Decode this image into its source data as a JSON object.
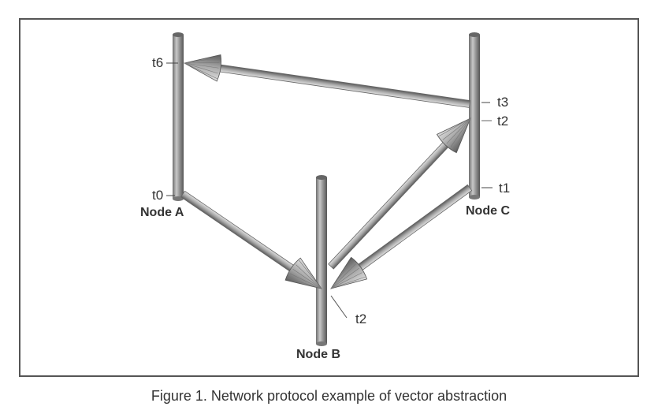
{
  "figure": {
    "caption": "Figure 1.  Network protocol example of vector abstraction"
  },
  "nodes": [
    {
      "id": "A",
      "label": "Node A"
    },
    {
      "id": "B",
      "label": "Node B"
    },
    {
      "id": "C",
      "label": "Node C"
    }
  ],
  "time_labels": {
    "node_a_t0": "t0",
    "node_a_t6": "t6",
    "node_b_t2": "t2",
    "node_c_t1": "t1",
    "node_c_t2": "t2",
    "node_c_t3": "t3"
  },
  "messages": [
    {
      "from": "A",
      "from_time": "t0",
      "to": "B",
      "to_time": "t2"
    },
    {
      "from": "C",
      "from_time": "t1",
      "to": "B",
      "to_time": "t2"
    },
    {
      "from": "B",
      "from_time": "t2",
      "to": "C",
      "to_time": "t2"
    },
    {
      "from": "C",
      "from_time": "t3",
      "to": "A",
      "to_time": "t6"
    }
  ],
  "colors": {
    "pillar": "#8a8a8a",
    "arrow": "#b5b5b5",
    "frame": "#555555",
    "text": "#333333"
  }
}
